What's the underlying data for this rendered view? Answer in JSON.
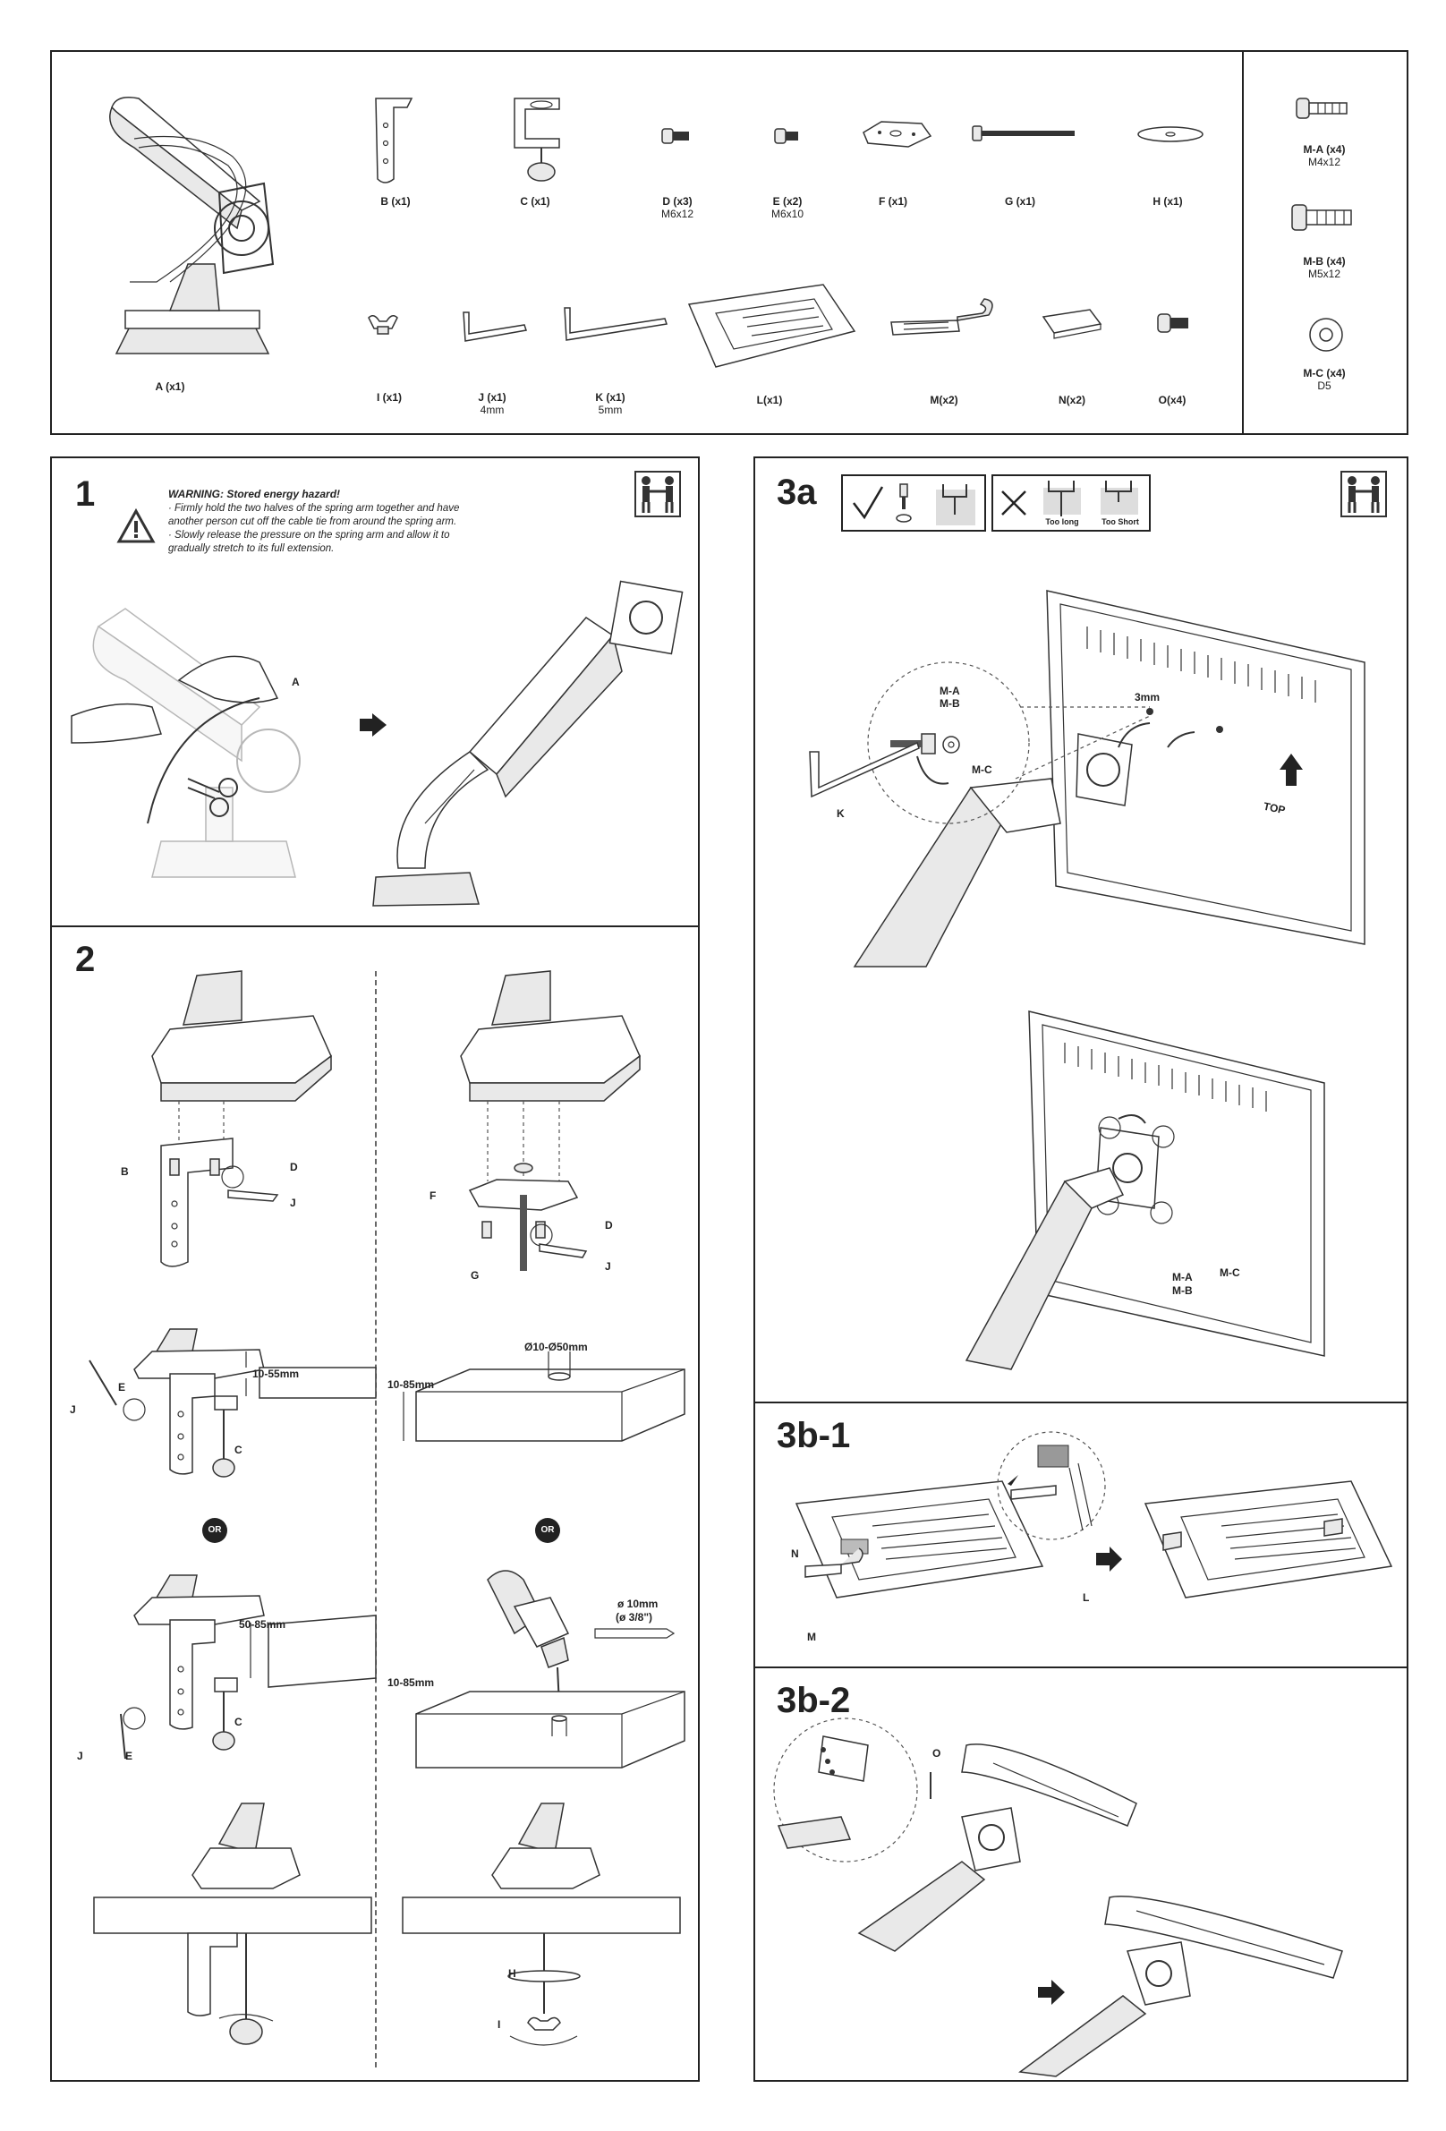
{
  "parts": [
    {
      "label": "A (x1)",
      "size": ""
    },
    {
      "label": "B (x1)",
      "size": ""
    },
    {
      "label": "C (x1)",
      "size": ""
    },
    {
      "label": "D (x3)",
      "size": "M6x12"
    },
    {
      "label": "E (x2)",
      "size": "M6x10"
    },
    {
      "label": "F (x1)",
      "size": ""
    },
    {
      "label": "G (x1)",
      "size": ""
    },
    {
      "label": "H (x1)",
      "size": ""
    },
    {
      "label": "I (x1)",
      "size": ""
    },
    {
      "label": "J (x1)",
      "size": "4mm"
    },
    {
      "label": "K (x1)",
      "size": "5mm"
    },
    {
      "label": "L(x1)",
      "size": ""
    },
    {
      "label": "M(x2)",
      "size": ""
    },
    {
      "label": "N(x2)",
      "size": ""
    },
    {
      "label": "O(x4)",
      "size": ""
    }
  ],
  "screws": [
    {
      "label": "M-A (x4)",
      "size": "M4x12"
    },
    {
      "label": "M-B (x4)",
      "size": "M5x12"
    },
    {
      "label": "M-C (x4)",
      "size": "D5"
    }
  ],
  "step1": {
    "number": "1",
    "warning_title": "WARNING: Stored energy hazard!",
    "warning_lines": [
      "· Firmly hold the two halves of the spring arm together and have",
      "another person cut off the cable tie from around the spring arm.",
      "· Slowly release the pressure on the spring arm and allow it to",
      "gradually stretch to its full extension."
    ],
    "callout_a": "A"
  },
  "step2": {
    "number": "2",
    "callouts": {
      "b": "B",
      "d": "D",
      "j": "J",
      "f": "F",
      "d2": "D",
      "j2": "J",
      "g": "G",
      "range1": "10-55mm",
      "j3": "J",
      "e": "E",
      "c": "C",
      "hole": "Ø10-Ø50mm",
      "range2": "10-85mm",
      "range3": "50-85mm",
      "c2": "C",
      "j4": "J",
      "e2": "E",
      "drill": "ø 10mm",
      "drill_in": "(ø 3/8\")",
      "range4": "10-85mm",
      "h": "H",
      "i": "I"
    },
    "or_label": "OR"
  },
  "step3a": {
    "number": "3a",
    "too_long": "Too long",
    "too_short": "Too Short",
    "callouts": {
      "ma": "M-A",
      "mb": "M-B",
      "mc": "M-C",
      "k": "K",
      "gap": "3mm",
      "top": "TOP",
      "mc2": "M-C",
      "ma2": "M-A",
      "mb2": "M-B"
    }
  },
  "step3b1": {
    "number": "3b-1",
    "callouts": {
      "n": "N",
      "m": "M",
      "l": "L"
    }
  },
  "step3b2": {
    "number": "3b-2",
    "callouts": {
      "o": "O"
    }
  }
}
